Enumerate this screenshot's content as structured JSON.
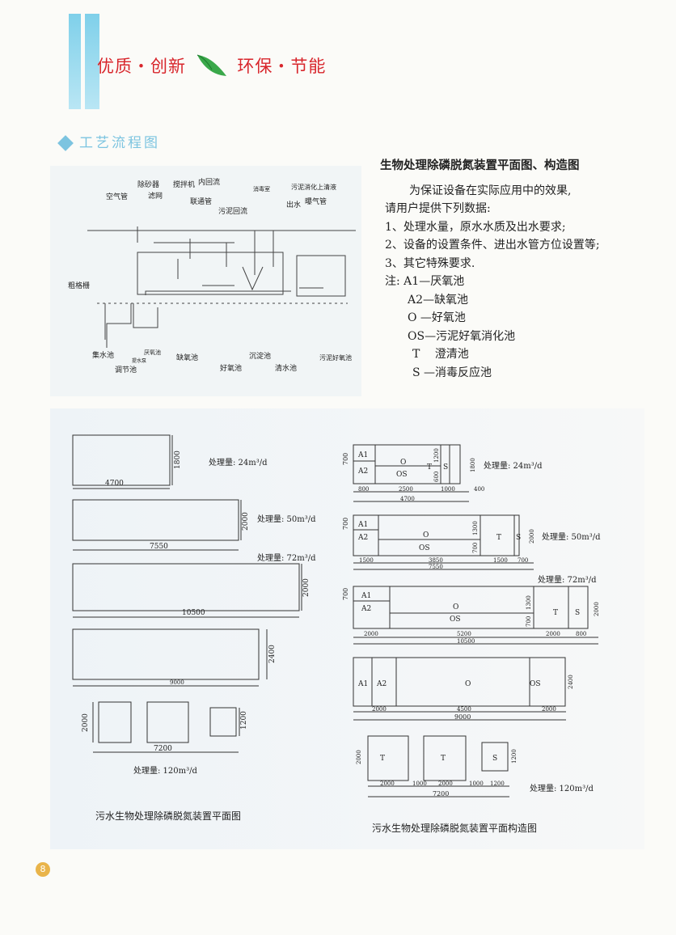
{
  "header": {
    "slogan_left": "优质・创新",
    "slogan_right": "环保・节能"
  },
  "section_title": "工艺流程图",
  "flow_diagram": {
    "labels": {
      "air_pipe": "空气管",
      "grit_remover": "除砂器",
      "filter_screen": "滤网",
      "mixer": "搅拌机",
      "internal_reflux": "内回流",
      "connecting_pipe": "联通管",
      "sludge_reflux": "污泥回流",
      "disinfection_room": "消毒室",
      "sludge_supernatant": "污泥消化上清液",
      "outlet": "出水",
      "aeration_pipe": "曝气管",
      "coarse_screen": "粗格栅",
      "collection_tank": "集水池",
      "equalization_tank": "调节池",
      "lift_pump": "提水泵",
      "anaerobic_tank": "厌氧池",
      "anoxic_tank": "缺氧池",
      "aerobic_tank": "好氧池",
      "settling_tank": "沉淀池",
      "clear_water_tank": "清水池",
      "sludge_aerobic_tank": "污泥好氧池"
    }
  },
  "info": {
    "title": "生物处理除磷脱氮装置平面图、构造图",
    "intro_1": "为保证设备在实际应用中的效果,",
    "intro_2": "请用户提供下列数据:",
    "items": [
      "1、处理水量，原水水质及出水要求;",
      "2、设备的设置条件、进出水管方位设置等;",
      "3、其它特殊要求."
    ],
    "notes_label": "注:",
    "notes": [
      "A1—厌氧池",
      "A2—缺氧池",
      "O —好氧池",
      "OS—污泥好氧消化池",
      "T　 澄清池",
      "S —消毒反应池"
    ]
  },
  "plan_view": {
    "caption": "污水生物处理除磷脱氮装置平面图",
    "units": [
      {
        "capacity": "处理量: 24m³/d",
        "length": "4700",
        "width": "1800"
      },
      {
        "capacity": "处理量: 50m³/d",
        "length": "7550",
        "width": "2000"
      },
      {
        "capacity": "处理量: 72m³/d",
        "length": "10500",
        "width": "2000"
      },
      {
        "length": "9000",
        "width": "2400"
      },
      {
        "capacity": "处理量: 120m³/d",
        "length": "7200",
        "width_left": "2000",
        "width_right": "1200"
      }
    ]
  },
  "structure_view": {
    "caption": "污水生物处理除磷脱氮装置平面构造图",
    "zones": {
      "a1": "A1",
      "a2": "A2",
      "o": "O",
      "os": "OS",
      "t": "T",
      "s": "S"
    },
    "u24": {
      "capacity": "处理量: 24m³/d",
      "h_a1": "700",
      "h_o": "1200",
      "h_os": "600",
      "h_total": "1800",
      "d1": "800",
      "d2": "2500",
      "d3": "1000",
      "d4": "400",
      "total": "4700"
    },
    "u50": {
      "capacity": "处理量: 50m³/d",
      "h_a1": "700",
      "h_o": "1300",
      "h_os": "700",
      "h_total": "2000",
      "d1": "1500",
      "d2": "3850",
      "d3": "1500",
      "d4": "700",
      "total": "7550"
    },
    "u72": {
      "capacity": "处理量: 72m³/d",
      "h_a1": "700",
      "h_o": "1300",
      "h_os": "700",
      "h_total": "2000",
      "d1": "2000",
      "d2": "5200",
      "d3": "2000",
      "d4": "800",
      "total": "10500"
    },
    "u120a": {
      "h_total": "2400",
      "d1": "2000",
      "d2": "4500",
      "d3": "2000",
      "total": "9000"
    },
    "u120b": {
      "capacity": "处理量: 120m³/d",
      "h_left": "2000",
      "h_right": "1200",
      "d1": "2000",
      "d2": "1000",
      "d3": "2000",
      "d4": "1000",
      "d5": "1200",
      "total": "7200"
    }
  },
  "page_number": "8"
}
